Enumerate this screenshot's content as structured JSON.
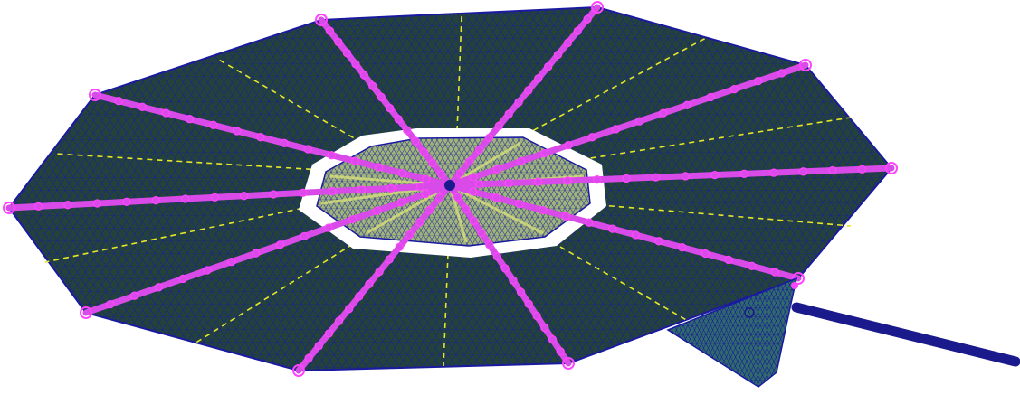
{
  "scene": {
    "description_kind": "finite-element mesh model",
    "background_color": "#ffffff",
    "colors": {
      "panel_fill": "#23433a",
      "mesh_line": "#1a1aa0",
      "hub_fill": "#9fb47a",
      "hub_highlight": "#d8e07a",
      "centerline": "#e6e62a",
      "boom": "#d94be8",
      "boom_node": "#ff44ff",
      "mast": "#1a1a8c",
      "bracket_fill": "#2f6b68",
      "gap": "#ffffff"
    },
    "panel_count": 10,
    "boom_count": 10
  }
}
